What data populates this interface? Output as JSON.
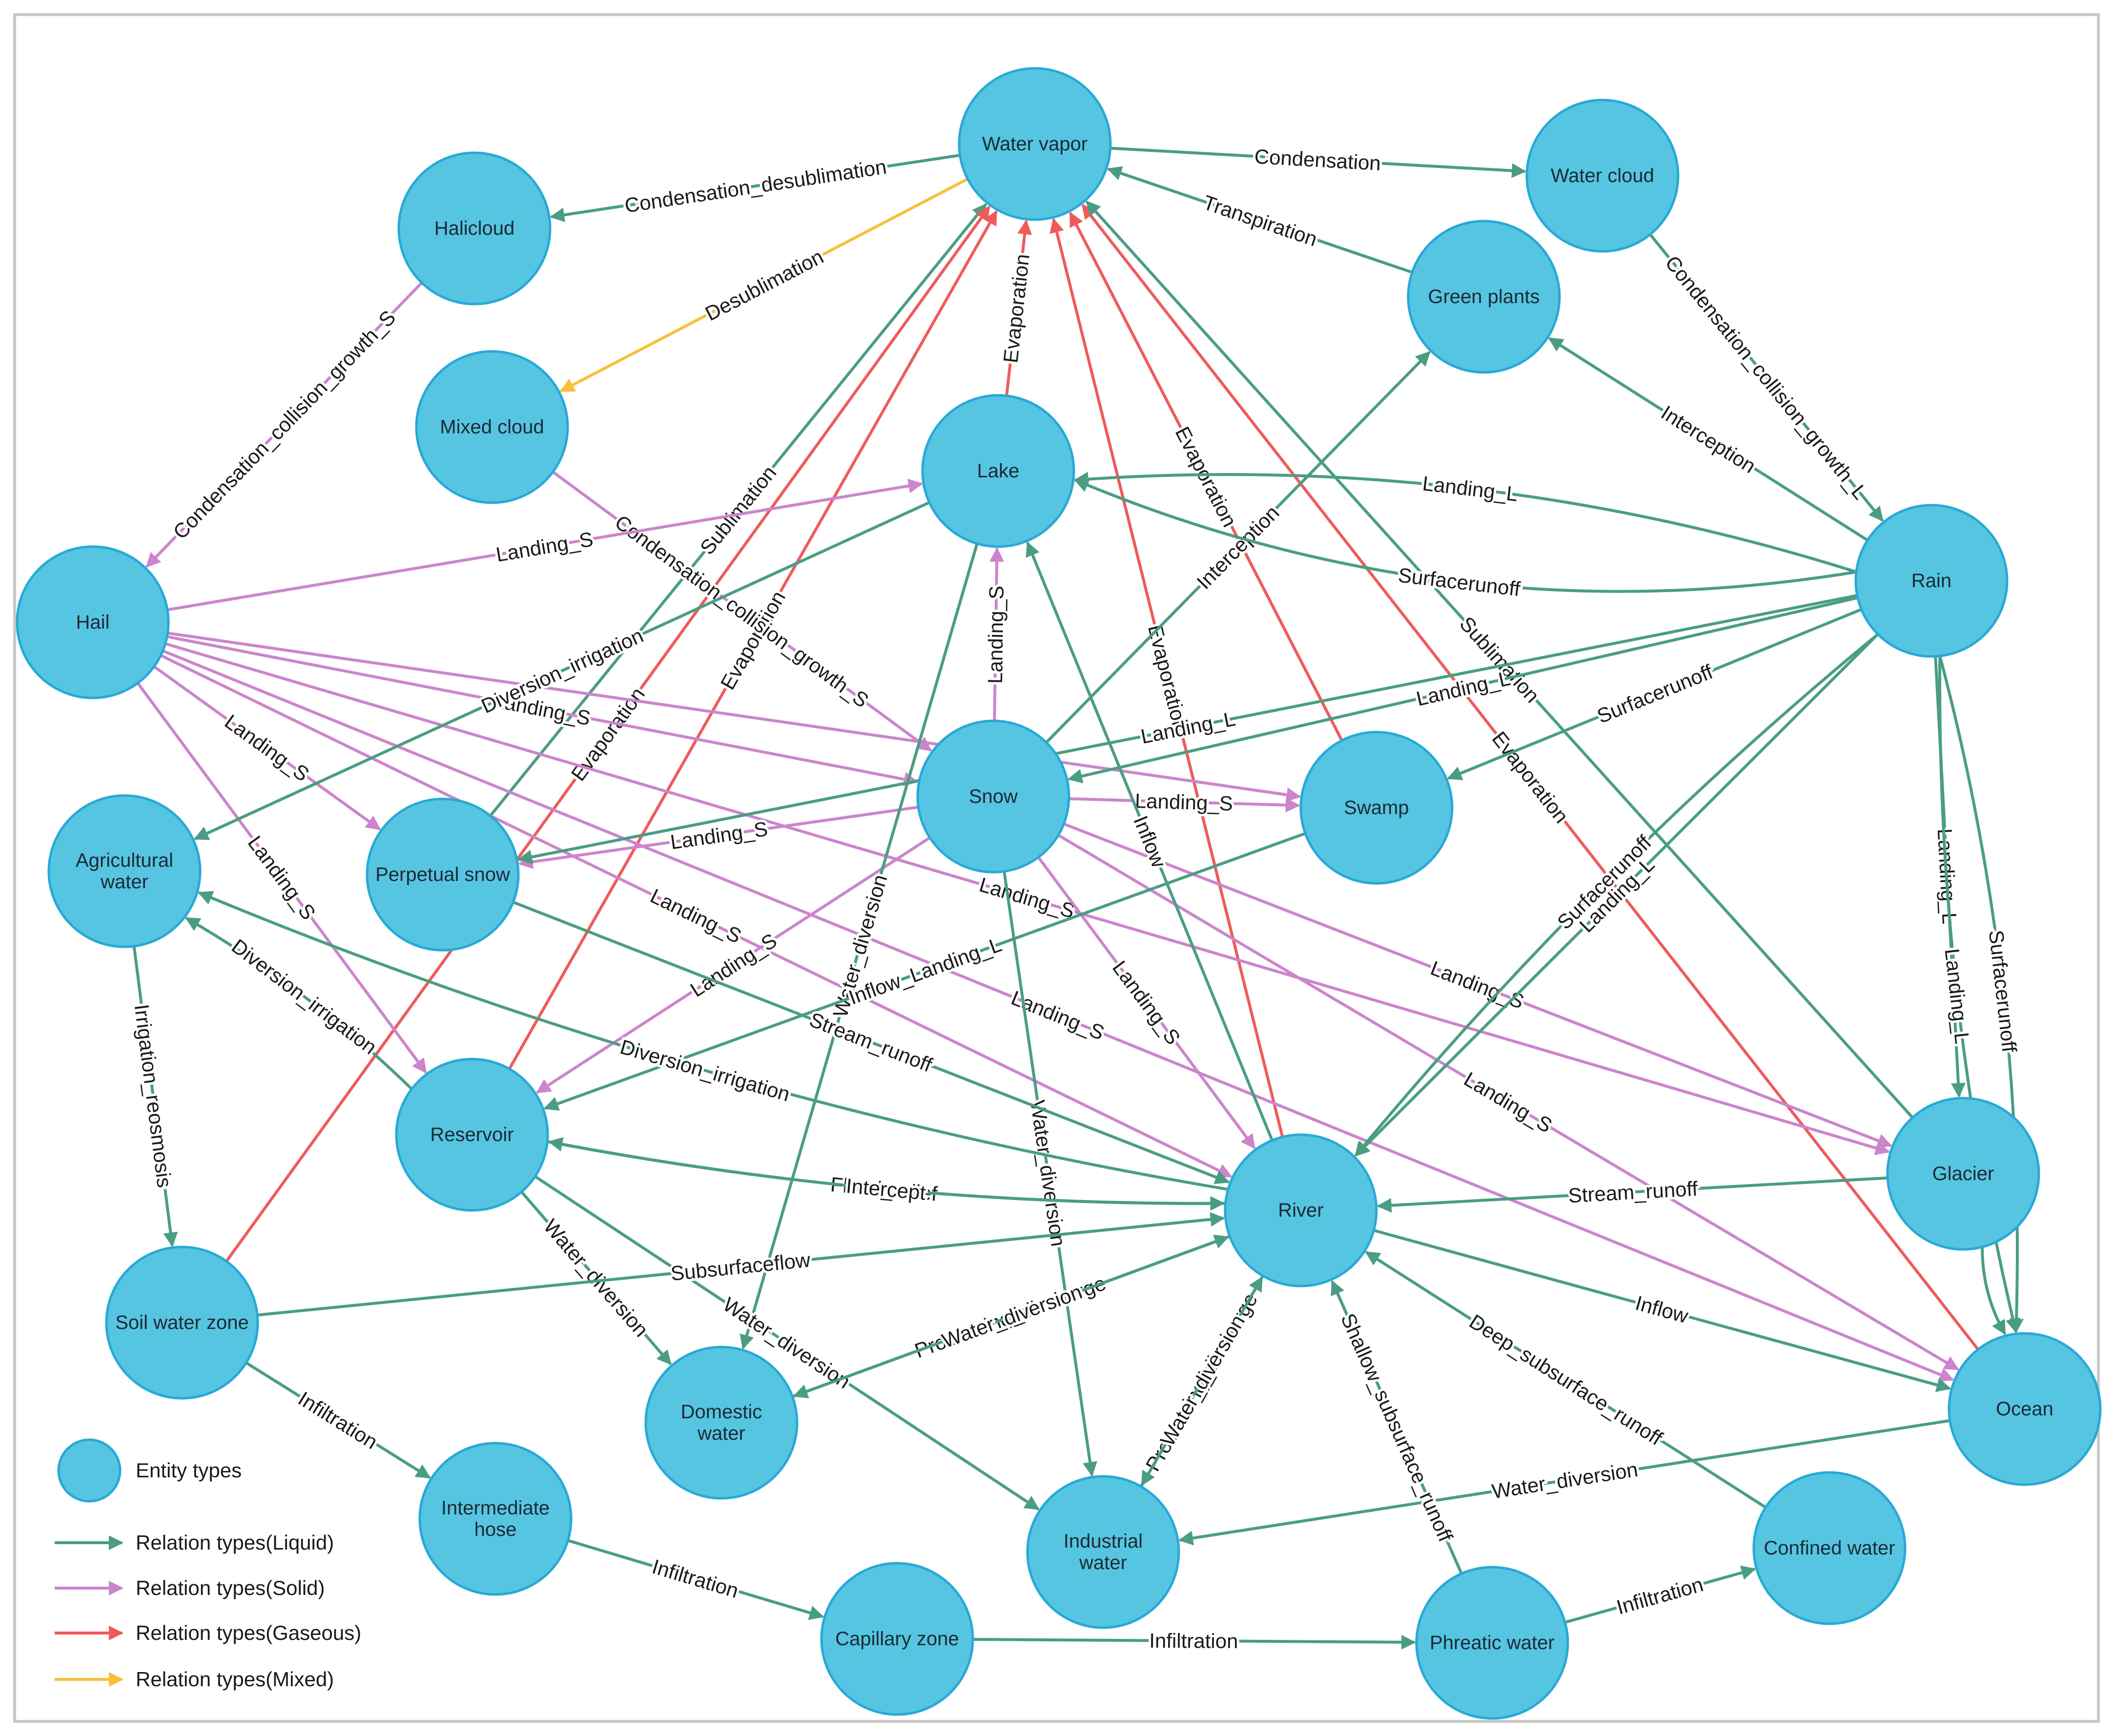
{
  "colors": {
    "liquid": "#4a9d83",
    "solid": "#cc85cc",
    "gaseous": "#ef5b5b",
    "mixed": "#f7c03c",
    "node_fill": "#56c5e2",
    "node_stroke": "#27a9d6"
  },
  "legend": {
    "entity": "Entity types",
    "liquid": "Relation types(Liquid)",
    "solid": "Relation types(Solid)",
    "gaseous": "Relation types(Gaseous)",
    "mixed": "Relation types(Mixed)"
  },
  "nodes": [
    {
      "id": "water_vapor",
      "label": [
        "Water vapor"
      ]
    },
    {
      "id": "halicloud",
      "label": [
        "Halicloud"
      ]
    },
    {
      "id": "water_cloud",
      "label": [
        "Water cloud"
      ]
    },
    {
      "id": "green_plants",
      "label": [
        "Green plants"
      ]
    },
    {
      "id": "mixed_cloud",
      "label": [
        "Mixed cloud"
      ]
    },
    {
      "id": "lake",
      "label": [
        "Lake"
      ]
    },
    {
      "id": "rain",
      "label": [
        "Rain"
      ]
    },
    {
      "id": "hail",
      "label": [
        "Hail"
      ]
    },
    {
      "id": "snow",
      "label": [
        "Snow"
      ]
    },
    {
      "id": "swamp",
      "label": [
        "Swamp"
      ]
    },
    {
      "id": "agricultural_water",
      "label": [
        "Agricultural",
        "water"
      ]
    },
    {
      "id": "perpetual_snow",
      "label": [
        "Perpetual snow"
      ]
    },
    {
      "id": "reservoir",
      "label": [
        "Reservoir"
      ]
    },
    {
      "id": "river",
      "label": [
        "River"
      ]
    },
    {
      "id": "glacier",
      "label": [
        "Glacier"
      ]
    },
    {
      "id": "soil_water_zone",
      "label": [
        "Soil water zone"
      ]
    },
    {
      "id": "domestic_water",
      "label": [
        "Domestic",
        "water"
      ]
    },
    {
      "id": "ocean",
      "label": [
        "Ocean"
      ]
    },
    {
      "id": "intermediate_hose",
      "label": [
        "Intermediate",
        "hose"
      ]
    },
    {
      "id": "industrial_water",
      "label": [
        "Industrial",
        "water"
      ]
    },
    {
      "id": "confined_water",
      "label": [
        "Confined water"
      ]
    },
    {
      "id": "capillary_zone",
      "label": [
        "Capillary zone"
      ]
    },
    {
      "id": "phreatic_water",
      "label": [
        "Phreatic water"
      ]
    }
  ],
  "edges": [
    {
      "from": "water_vapor",
      "to": "halicloud",
      "type": "liquid",
      "label": "Condensation_desublimation"
    },
    {
      "from": "water_vapor",
      "to": "water_cloud",
      "type": "liquid",
      "label": "Condensation"
    },
    {
      "from": "green_plants",
      "to": "water_vapor",
      "type": "liquid",
      "label": "Transpiration"
    },
    {
      "from": "water_vapor",
      "to": "mixed_cloud",
      "type": "mixed",
      "label": "Desublimation"
    },
    {
      "from": "lake",
      "to": "water_vapor",
      "type": "gaseous",
      "label": "Evaporation"
    },
    {
      "from": "perpetual_snow",
      "to": "water_vapor",
      "type": "liquid",
      "label": "Sublimation"
    },
    {
      "from": "soil_water_zone",
      "to": "water_vapor",
      "type": "gaseous",
      "label": "Evaporation"
    },
    {
      "from": "reservoir",
      "to": "water_vapor",
      "type": "gaseous",
      "label": "Evaporation"
    },
    {
      "from": "river",
      "to": "water_vapor",
      "type": "gaseous",
      "label": "Evaporation"
    },
    {
      "from": "swamp",
      "to": "water_vapor",
      "type": "gaseous",
      "label": "Evaporation"
    },
    {
      "from": "ocean",
      "to": "water_vapor",
      "type": "gaseous",
      "label": "Evaporation"
    },
    {
      "from": "glacier",
      "to": "water_vapor",
      "type": "liquid",
      "label": "Sublimation"
    },
    {
      "from": "halicloud",
      "to": "hail",
      "type": "solid",
      "label": "Condensation_collision_growth_S"
    },
    {
      "from": "water_cloud",
      "to": "rain",
      "type": "liquid",
      "label": "Condensation_collision_growth_L"
    },
    {
      "from": "mixed_cloud",
      "to": "snow",
      "type": "solid",
      "label": "Condensation_collision_growth_S"
    },
    {
      "from": "rain",
      "to": "green_plants",
      "type": "liquid",
      "label": "Interception"
    },
    {
      "from": "snow",
      "to": "green_plants",
      "type": "liquid",
      "label": "Interception"
    },
    {
      "from": "rain",
      "to": "lake",
      "type": "liquid",
      "label": "Surfacerunoff"
    },
    {
      "from": "rain",
      "to": "lake",
      "type": "liquid",
      "label": "Landing_L"
    },
    {
      "from": "hail",
      "to": "lake",
      "type": "solid",
      "label": "Landing_S"
    },
    {
      "from": "snow",
      "to": "lake",
      "type": "solid",
      "label": "Landing_S"
    },
    {
      "from": "hail",
      "to": "snow",
      "type": "solid",
      "label": "Landing_S"
    },
    {
      "from": "hail",
      "to": "swamp",
      "type": "solid",
      "label": ""
    },
    {
      "from": "hail",
      "to": "perpetual_snow",
      "type": "solid",
      "label": "Landing_S"
    },
    {
      "from": "hail",
      "to": "reservoir",
      "type": "solid",
      "label": "Landing_S"
    },
    {
      "from": "hail",
      "to": "river",
      "type": "solid",
      "label": "Landing_S"
    },
    {
      "from": "hail",
      "to": "glacier",
      "type": "solid",
      "label": "Landing_S"
    },
    {
      "from": "hail",
      "to": "ocean",
      "type": "solid",
      "label": "Landing_S"
    },
    {
      "from": "snow",
      "to": "swamp",
      "type": "solid",
      "label": "Landing_S"
    },
    {
      "from": "snow",
      "to": "perpetual_snow",
      "type": "solid",
      "label": "Landing_S"
    },
    {
      "from": "snow",
      "to": "reservoir",
      "type": "solid",
      "label": "Landing_S"
    },
    {
      "from": "snow",
      "to": "river",
      "type": "solid",
      "label": "Landing_S"
    },
    {
      "from": "snow",
      "to": "glacier",
      "type": "solid",
      "label": "Landing_S"
    },
    {
      "from": "snow",
      "to": "ocean",
      "type": "solid",
      "label": "Landing_S"
    },
    {
      "from": "rain",
      "to": "snow",
      "type": "liquid",
      "label": "Landing_L"
    },
    {
      "from": "rain",
      "to": "perpetual_snow",
      "type": "liquid",
      "label": "Landing_L"
    },
    {
      "from": "rain",
      "to": "swamp",
      "type": "liquid",
      "label": "Surfacerunoff"
    },
    {
      "from": "rain",
      "to": "river",
      "type": "liquid",
      "label": "Landing_L"
    },
    {
      "from": "rain",
      "to": "river",
      "type": "liquid",
      "label": "Surfacerunoff"
    },
    {
      "from": "rain",
      "to": "glacier",
      "type": "liquid",
      "label": "Landing_L"
    },
    {
      "from": "rain",
      "to": "ocean",
      "type": "liquid",
      "label": "Surfacerunoff"
    },
    {
      "from": "rain",
      "to": "ocean",
      "type": "liquid",
      "label": "Landing_L"
    },
    {
      "from": "lake",
      "to": "agricultural_water",
      "type": "liquid",
      "label": "Diversion_irrigation"
    },
    {
      "from": "lake",
      "to": "domestic_water",
      "type": "liquid",
      "label": "Water_diversion"
    },
    {
      "from": "river",
      "to": "lake",
      "type": "liquid",
      "label": "Inflow"
    },
    {
      "from": "swamp",
      "to": "reservoir",
      "type": "liquid",
      "label": "Inflow_Landing_L"
    },
    {
      "from": "snow",
      "to": "industrial_water",
      "type": "liquid",
      "label": "Water_diversion"
    },
    {
      "from": "perpetual_snow",
      "to": "river",
      "type": "liquid",
      "label": "Stream_runoff"
    },
    {
      "from": "river",
      "to": "agricultural_water",
      "type": "liquid",
      "label": "Diversion_irrigation"
    },
    {
      "from": "reservoir",
      "to": "agricultural_water",
      "type": "liquid",
      "label": "Diversion_irrigation"
    },
    {
      "from": "reservoir",
      "to": "river",
      "type": "liquid",
      "label": "Flood_relief"
    },
    {
      "from": "river",
      "to": "reservoir",
      "type": "liquid",
      "label": "Intercept"
    },
    {
      "from": "reservoir",
      "to": "domestic_water",
      "type": "liquid",
      "label": "Water_diversion"
    },
    {
      "from": "reservoir",
      "to": "industrial_water",
      "type": "liquid",
      "label": "Water_diversion"
    },
    {
      "from": "soil_water_zone",
      "to": "river",
      "type": "liquid",
      "label": "Subsurfaceflow"
    },
    {
      "from": "domestic_water",
      "to": "river",
      "type": "liquid",
      "label": "Processing_discharge"
    },
    {
      "from": "river",
      "to": "domestic_water",
      "type": "liquid",
      "label": "Water_diversion"
    },
    {
      "from": "industrial_water",
      "to": "river",
      "type": "liquid",
      "label": "Processing_discharge"
    },
    {
      "from": "river",
      "to": "industrial_water",
      "type": "liquid",
      "label": "Water_diversion"
    },
    {
      "from": "glacier",
      "to": "river",
      "type": "liquid",
      "label": "Stream_runoff"
    },
    {
      "from": "glacier",
      "to": "ocean",
      "type": "liquid",
      "label": ""
    },
    {
      "from": "river",
      "to": "ocean",
      "type": "liquid",
      "label": "Inflow"
    },
    {
      "from": "ocean",
      "to": "industrial_water",
      "type": "liquid",
      "label": "Water_diversion"
    },
    {
      "from": "phreatic_water",
      "to": "river",
      "type": "liquid",
      "label": "Shallow_subsurface_runoff"
    },
    {
      "from": "confined_water",
      "to": "river",
      "type": "liquid",
      "label": "Deep_subsurface_runoff"
    },
    {
      "from": "agricultural_water",
      "to": "soil_water_zone",
      "type": "liquid",
      "label": "Irrigation_reosmosis"
    },
    {
      "from": "soil_water_zone",
      "to": "intermediate_hose",
      "type": "liquid",
      "label": "Infiltration"
    },
    {
      "from": "intermediate_hose",
      "to": "capillary_zone",
      "type": "liquid",
      "label": "Infiltration"
    },
    {
      "from": "capillary_zone",
      "to": "phreatic_water",
      "type": "liquid",
      "label": "Infiltration"
    },
    {
      "from": "phreatic_water",
      "to": "confined_water",
      "type": "liquid",
      "label": "Infiltration"
    }
  ]
}
